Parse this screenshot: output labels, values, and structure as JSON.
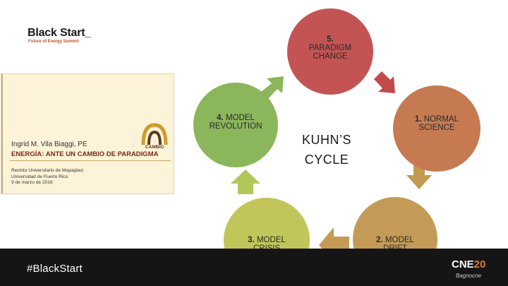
{
  "brand": {
    "title": "Black Start_",
    "subtitle": "Future of Energy Summit"
  },
  "slide": {
    "author": "Ingrid M. Vila Biaggi, PE",
    "title": "ENERGÍA: ANTE UN CAMBIO DE PARADIGMA",
    "lines": [
      "Recinto Universitario de Mayagüez",
      "Universidad de Puerto Rico",
      "9 de marzo de 2016"
    ],
    "logo_text": "CAMBIO"
  },
  "cycle": {
    "center": [
      "KUHN’S",
      "CYCLE"
    ],
    "steps": [
      {
        "num": "1.",
        "text": "NORMAL SCIENCE",
        "color": "#c67a52"
      },
      {
        "num": "2.",
        "text": "MODEL DRIFT",
        "color": "#c39b56"
      },
      {
        "num": "3.",
        "text": "MODEL CRISIS",
        "color": "#c2c65a"
      },
      {
        "num": "4.",
        "text": "MODEL REVOLUTION",
        "color": "#8bb65b"
      },
      {
        "num": "5.",
        "text": "PARADIGM CHANGE",
        "color": "#c45454"
      }
    ]
  },
  "footer": {
    "hashtag": "#BlackStart",
    "event_a": "CNE",
    "event_b": "20",
    "event_sub": "Bagnocne"
  }
}
